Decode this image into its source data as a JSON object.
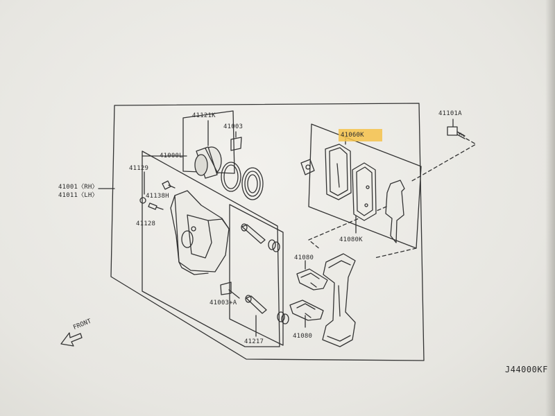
{
  "labels": {
    "caliper_rh_lh": "41001〈RH〉\n41011〈LH〉",
    "caliper_rh": "41001〈RH〉",
    "caliper_lh": "41011〈LH〉",
    "p41121k": "41121K",
    "p41003": "41003",
    "p41000l": "41000L",
    "p41129": "41129",
    "p41138h": "41138H",
    "p41128": "41128",
    "p41060k_top": "41060K",
    "p41101a": "41101A",
    "p41080k": "41080K",
    "p41080_top": "41080",
    "p41003a": "41003+A",
    "p41217": "41217",
    "p41080_bottom": "41080"
  },
  "front_label": "FRONT",
  "diagram_code": "J44000KF",
  "highlight_color": "#f5c24a"
}
